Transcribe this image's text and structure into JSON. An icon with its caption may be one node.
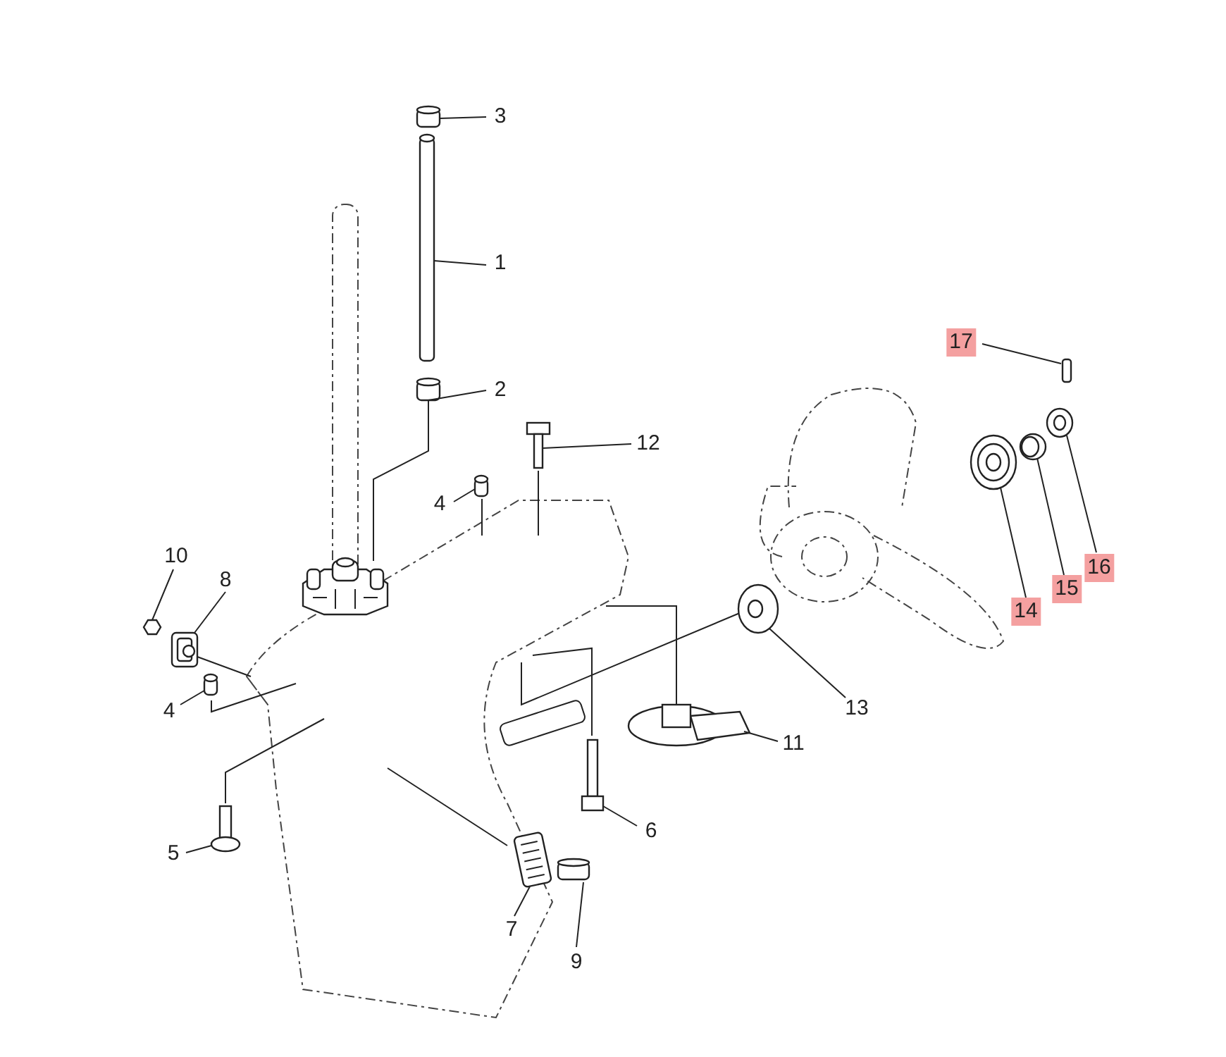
{
  "diagram": {
    "nodes": [
      {
        "text": [
          "3"
        ]
      },
      {
        "text": [
          "1"
        ]
      },
      {
        "text": [
          "17"
        ]
      },
      {
        "text": [
          "2"
        ]
      },
      {
        "text": [
          "12"
        ]
      },
      {
        "text": [
          "4"
        ]
      },
      {
        "text": [
          "10"
        ]
      },
      {
        "text": [
          "8"
        ]
      },
      {
        "text": [
          "16"
        ]
      },
      {
        "text": [
          "15"
        ]
      },
      {
        "text": [
          "14"
        ]
      },
      {
        "text": [
          "4"
        ]
      },
      {
        "text": [
          "13"
        ]
      },
      {
        "text": [
          "11"
        ]
      },
      {
        "text": [
          "5"
        ]
      },
      {
        "text": [
          "6"
        ]
      },
      {
        "text": [
          "7"
        ]
      },
      {
        "text": [
          "9"
        ]
      },
      {
        "text": [],
        "shape": "cylinder"
      },
      {
        "text": [],
        "shape": "cylinder"
      },
      {
        "text": [],
        "shape": "box"
      },
      {
        "text": [],
        "shape": "cylinder"
      },
      {
        "text": [],
        "shape": "picture"
      },
      {
        "text": [],
        "shape": "cylinder"
      },
      {
        "text": [],
        "shape": "hexagon"
      },
      {
        "text": [],
        "shape": "picture"
      },
      {
        "text": [],
        "shape": "picture"
      },
      {
        "text": [],
        "shape": "picture"
      },
      {
        "text": [],
        "shape": "picture"
      },
      {
        "text": [],
        "shape": "cylinder"
      },
      {
        "text": [],
        "shape": "picture"
      },
      {
        "text": [],
        "shape": "picture"
      },
      {
        "text": [],
        "shape": "picture"
      },
      {
        "text": [],
        "shape": "picture"
      },
      {
        "text": [],
        "shape": "picture"
      },
      {
        "text": [],
        "shape": "cylinder"
      },
      {
        "text": [],
        "shape": "picture"
      }
    ],
    "edges": [
      {
        "from": 0,
        "to": 18,
        "arrow": "none"
      },
      {
        "from": 1,
        "to": 19,
        "arrow": "none"
      },
      {
        "from": 2,
        "to": 20,
        "arrow": "none"
      },
      {
        "from": 3,
        "to": 21,
        "arrow": "none"
      },
      {
        "from": 4,
        "to": 22,
        "arrow": "none"
      },
      {
        "from": 5,
        "to": 23,
        "arrow": "none"
      },
      {
        "from": 6,
        "to": 24,
        "arrow": "none"
      },
      {
        "from": 7,
        "to": 25,
        "arrow": "none"
      },
      {
        "from": 8,
        "to": 26,
        "arrow": "none"
      },
      {
        "from": 9,
        "to": 27,
        "arrow": "none"
      },
      {
        "from": 10,
        "to": 28,
        "arrow": "none"
      },
      {
        "from": 11,
        "to": 29,
        "arrow": "none"
      },
      {
        "from": 12,
        "to": 30,
        "arrow": "none"
      },
      {
        "from": 13,
        "to": 31,
        "arrow": "none"
      },
      {
        "from": 14,
        "to": 32,
        "arrow": "none"
      },
      {
        "from": 15,
        "to": 33,
        "arrow": "none"
      },
      {
        "from": 16,
        "to": 34,
        "arrow": "none"
      },
      {
        "from": 17,
        "to": 35,
        "arrow": "none"
      },
      {
        "from": 21,
        "to": 36,
        "arrow": "none"
      }
    ]
  }
}
